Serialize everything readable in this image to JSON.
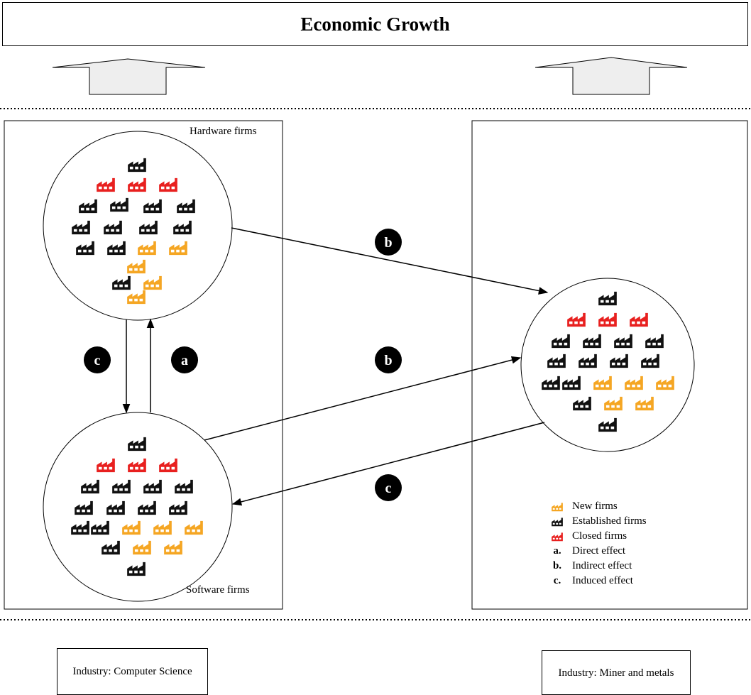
{
  "title": "Economic Growth",
  "left_panel": {
    "top_label": "Hardware firms",
    "bottom_label": "Software firms"
  },
  "industries": {
    "left": "Industry: Computer Science",
    "right": "Industry: Miner and metals"
  },
  "effect_badges": {
    "a": "a",
    "b": "b",
    "c": "c"
  },
  "legend": {
    "new_firms": "New firms",
    "established_firms": "Established firms",
    "closed_firms": "Closed firms",
    "effects": [
      {
        "key": "a.",
        "label": "Direct effect"
      },
      {
        "key": "b.",
        "label": "Indirect effect"
      },
      {
        "key": "c.",
        "label": "Induced effect"
      }
    ]
  },
  "colors": {
    "new": "#f5a623",
    "established": "#111111",
    "closed": "#e8201f"
  }
}
